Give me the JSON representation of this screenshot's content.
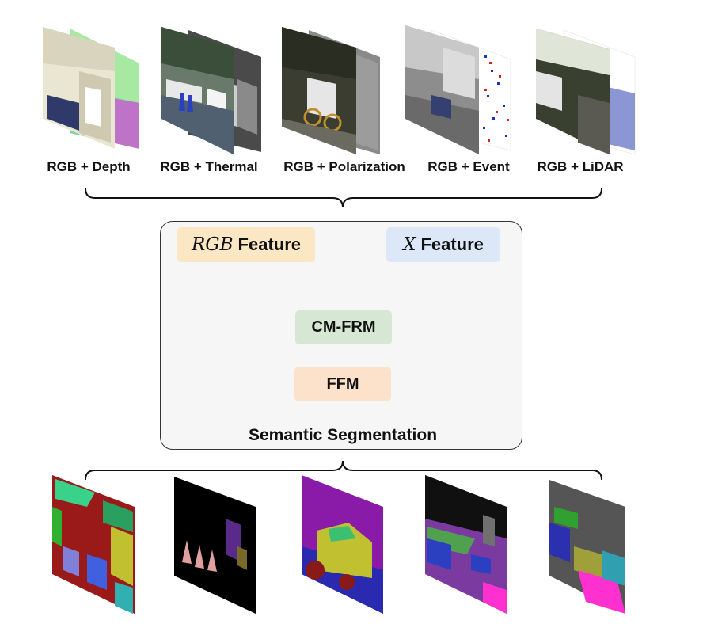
{
  "modalities": [
    {
      "label": "RGB + Depth"
    },
    {
      "label": "RGB + Thermal"
    },
    {
      "label": "RGB + Polarization"
    },
    {
      "label": "RGB + Event"
    },
    {
      "label": "RGB + LiDAR"
    }
  ],
  "panel": {
    "rgb_feature_math": "RGB",
    "x_feature_math": "X",
    "feature_word": "Feature",
    "cm_frm": "CM-FRM",
    "ffm": "FFM",
    "output_label": "Semantic Segmentation"
  },
  "colors": {
    "rgb_feature_box": "#fbe7c4",
    "x_feature_box": "#dce8f7",
    "cm_frm_box": "#d6e7d4",
    "ffm_box": "#fde2cb",
    "panel_bg": "#f6f6f6"
  }
}
